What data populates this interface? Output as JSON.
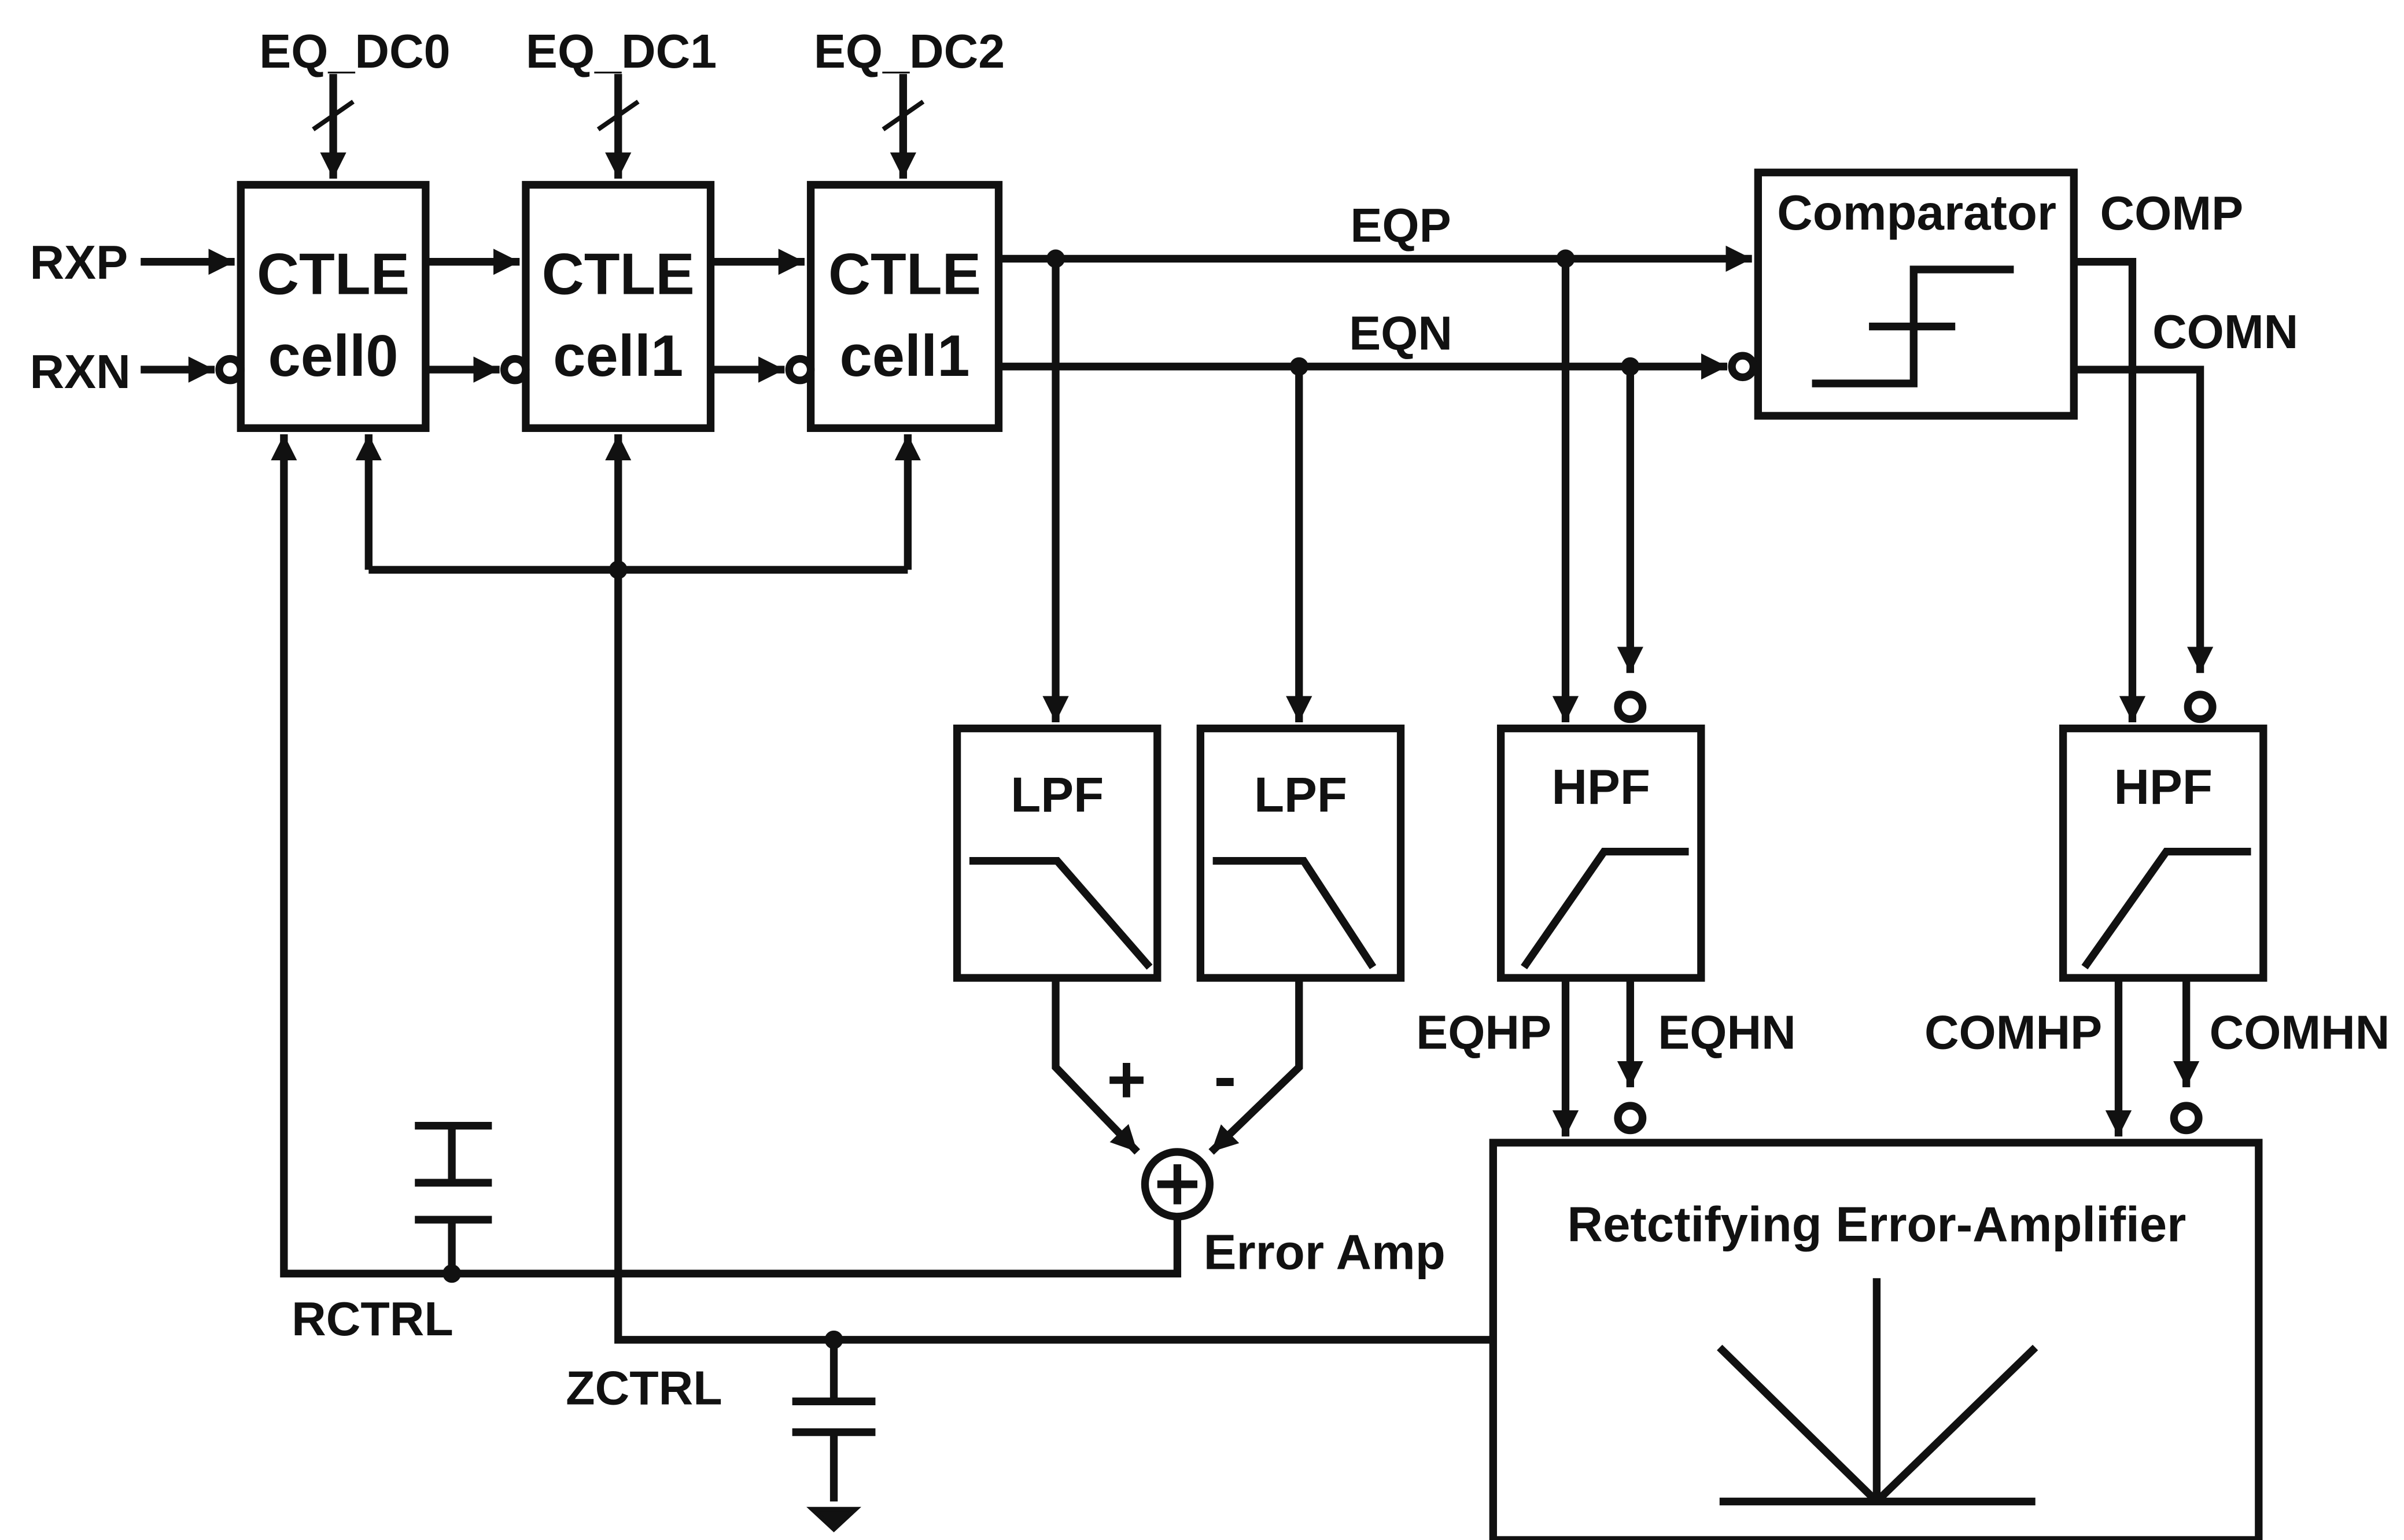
{
  "blocks": {
    "ctle0": {
      "line1": "CTLE",
      "line2": "cell0"
    },
    "ctle1": {
      "line1": "CTLE",
      "line2": "cell1"
    },
    "ctle2": {
      "line1": "CTLE",
      "line2": "cell1"
    },
    "comparator": "Comparator",
    "lpf1": "LPF",
    "lpf2": "LPF",
    "hpf1": "HPF",
    "hpf2": "HPF",
    "rectifier": "Retctifying Error-Amplifier"
  },
  "signals": {
    "eq_dc0": "EQ_DC0",
    "eq_dc1": "EQ_DC1",
    "eq_dc2": "EQ_DC2",
    "rxp": "RXP",
    "rxn": "RXN",
    "eqp": "EQP",
    "eqn": "EQN",
    "comp": "COMP",
    "comn": "COMN",
    "eqhp": "EQHP",
    "eqhn": "EQHN",
    "comhp": "COMHP",
    "comhn": "COMHN",
    "plus": "+",
    "minus": "-",
    "error_amp": "Error Amp",
    "rctrl": "RCTRL",
    "zctrl": "ZCTRL"
  }
}
